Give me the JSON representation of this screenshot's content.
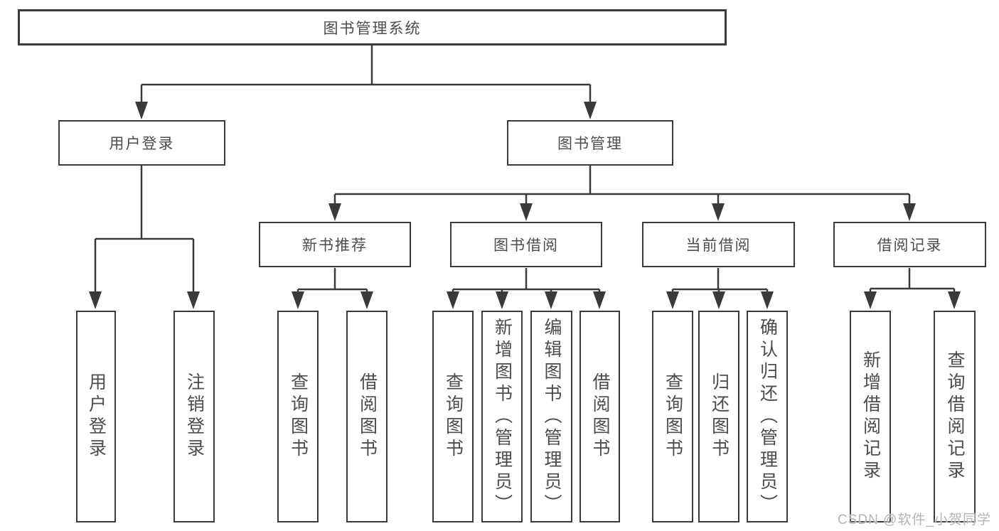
{
  "colors": {
    "line": "#3a3a3a",
    "text": "#4c4c4c",
    "watermark": "#b4b4b4",
    "background": "#ffffff"
  },
  "watermark": {
    "text": "CSDN @软件_小贺同学"
  },
  "root": {
    "label": "图书管理系统"
  },
  "branches": [
    {
      "label": "用户登录",
      "children": [
        {
          "label": "用户登录"
        },
        {
          "label": "注销登录"
        }
      ]
    },
    {
      "label": "图书管理",
      "children": [
        {
          "label": "新书推荐",
          "children": [
            {
              "label": "查询图书"
            },
            {
              "label": "借阅图书"
            }
          ]
        },
        {
          "label": "图书借阅",
          "children": [
            {
              "label": "查询图书"
            },
            {
              "label": "新增图书（管理员）"
            },
            {
              "label": "编辑图书（管理员）"
            },
            {
              "label": "借阅图书"
            }
          ]
        },
        {
          "label": "当前借阅",
          "children": [
            {
              "label": "查询图书"
            },
            {
              "label": "归还图书"
            },
            {
              "label": "确认归还（管理员）"
            }
          ]
        },
        {
          "label": "借阅记录",
          "children": [
            {
              "label": "新增借阅记录"
            },
            {
              "label": "查询借阅记录"
            }
          ]
        }
      ]
    }
  ]
}
